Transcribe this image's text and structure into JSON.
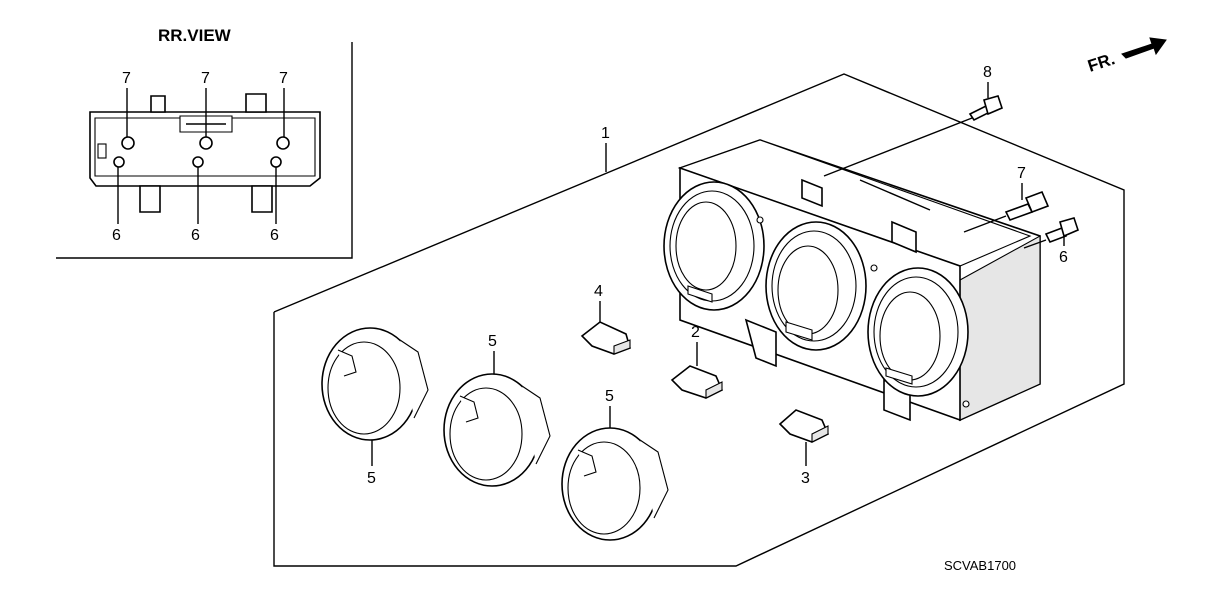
{
  "diagram": {
    "inset_title": "RR.VIEW",
    "front_label": "FR.",
    "diagram_code": "SCVAB1700",
    "inset_callouts": {
      "top": [
        "7",
        "7",
        "7"
      ],
      "bottom": [
        "6",
        "6",
        "6"
      ]
    },
    "main_callouts": {
      "assembly": "1",
      "screw_top": "8",
      "pin_right": "7",
      "bolt_right": "6",
      "knob_a": "4",
      "knob_b": "2",
      "knob_c": "3",
      "ring_left": "5",
      "ring_mid": "5",
      "ring_right": "5"
    }
  }
}
